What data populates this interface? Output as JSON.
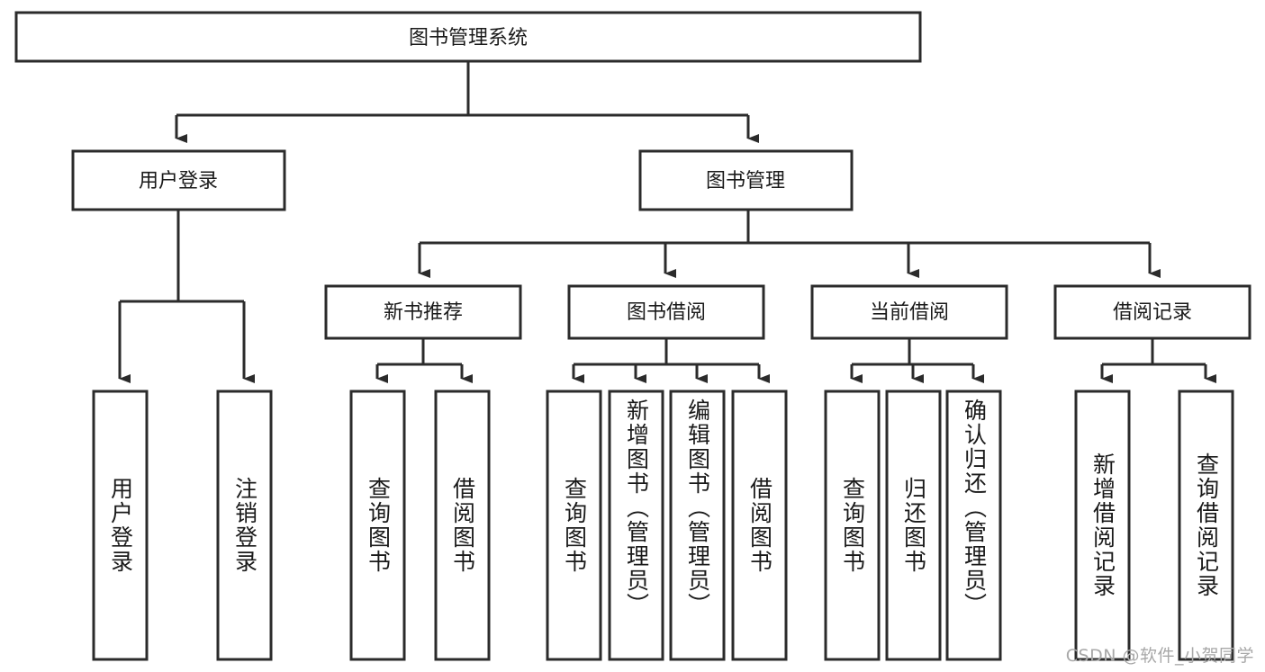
{
  "diagram": {
    "type": "tree-hierarchy",
    "title": "图书管理系统",
    "watermark": "CSDN @软件_小贺同学",
    "accent_color": "#2b2b2b",
    "background_color": "#ffffff",
    "root": {
      "id": "root",
      "label": "图书管理系统",
      "orientation": "horizontal"
    },
    "level1": [
      {
        "id": "user-login",
        "label": "用户登录",
        "orientation": "horizontal"
      },
      {
        "id": "book-manage",
        "label": "图书管理",
        "orientation": "horizontal"
      }
    ],
    "level2": [
      {
        "id": "new-book-rec",
        "label": "新书推荐",
        "parent": "book-manage",
        "orientation": "horizontal"
      },
      {
        "id": "book-borrow",
        "label": "图书借阅",
        "parent": "book-manage",
        "orientation": "horizontal"
      },
      {
        "id": "current-borrow",
        "label": "当前借阅",
        "parent": "book-manage",
        "orientation": "horizontal"
      },
      {
        "id": "borrow-record",
        "label": "借阅记录",
        "parent": "book-manage",
        "orientation": "horizontal"
      }
    ],
    "leaves": [
      {
        "id": "leaf-user-login",
        "label": "用户登录",
        "parent": "user-login",
        "orientation": "vertical"
      },
      {
        "id": "leaf-logout-login",
        "label": "注销登录",
        "parent": "user-login",
        "orientation": "vertical"
      },
      {
        "id": "leaf-query-book-1",
        "label": "查询图书",
        "parent": "new-book-rec",
        "orientation": "vertical"
      },
      {
        "id": "leaf-borrow-book-1",
        "label": "借阅图书",
        "parent": "new-book-rec",
        "orientation": "vertical"
      },
      {
        "id": "leaf-query-book-2",
        "label": "查询图书",
        "parent": "book-borrow",
        "orientation": "vertical"
      },
      {
        "id": "leaf-add-book",
        "label": "新增图书（管理员）",
        "parent": "book-borrow",
        "orientation": "vertical"
      },
      {
        "id": "leaf-edit-book",
        "label": "编辑图书（管理员）",
        "parent": "book-borrow",
        "orientation": "vertical"
      },
      {
        "id": "leaf-borrow-book-2",
        "label": "借阅图书",
        "parent": "book-borrow",
        "orientation": "vertical"
      },
      {
        "id": "leaf-query-book-3",
        "label": "查询图书",
        "parent": "current-borrow",
        "orientation": "vertical"
      },
      {
        "id": "leaf-return-book",
        "label": "归还图书",
        "parent": "current-borrow",
        "orientation": "vertical"
      },
      {
        "id": "leaf-confirm-return",
        "label": "确认归还（管理员）",
        "parent": "current-borrow",
        "orientation": "vertical"
      },
      {
        "id": "leaf-add-record",
        "label": "新增借阅记录",
        "parent": "borrow-record",
        "orientation": "vertical"
      },
      {
        "id": "leaf-query-record",
        "label": "查询借阅记录",
        "parent": "borrow-record",
        "orientation": "vertical"
      }
    ]
  }
}
